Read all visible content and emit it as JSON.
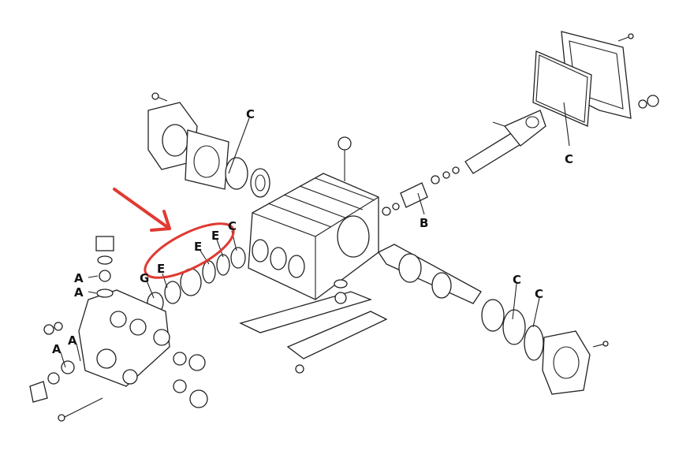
{
  "diagram": {
    "type": "exploded-parts-diagram",
    "labels": {
      "c_top_left": "C",
      "c_top_right": "C",
      "b": "B",
      "c_middle": "C",
      "c_bottom_1": "C",
      "c_bottom_2": "C",
      "e_1": "E",
      "e_2": "E",
      "e_3": "E",
      "g": "G",
      "a_1": "A",
      "a_2": "A",
      "a_3": "A",
      "a_4": "A"
    },
    "highlight_color": "#e03a32",
    "line_color": "#222222"
  }
}
